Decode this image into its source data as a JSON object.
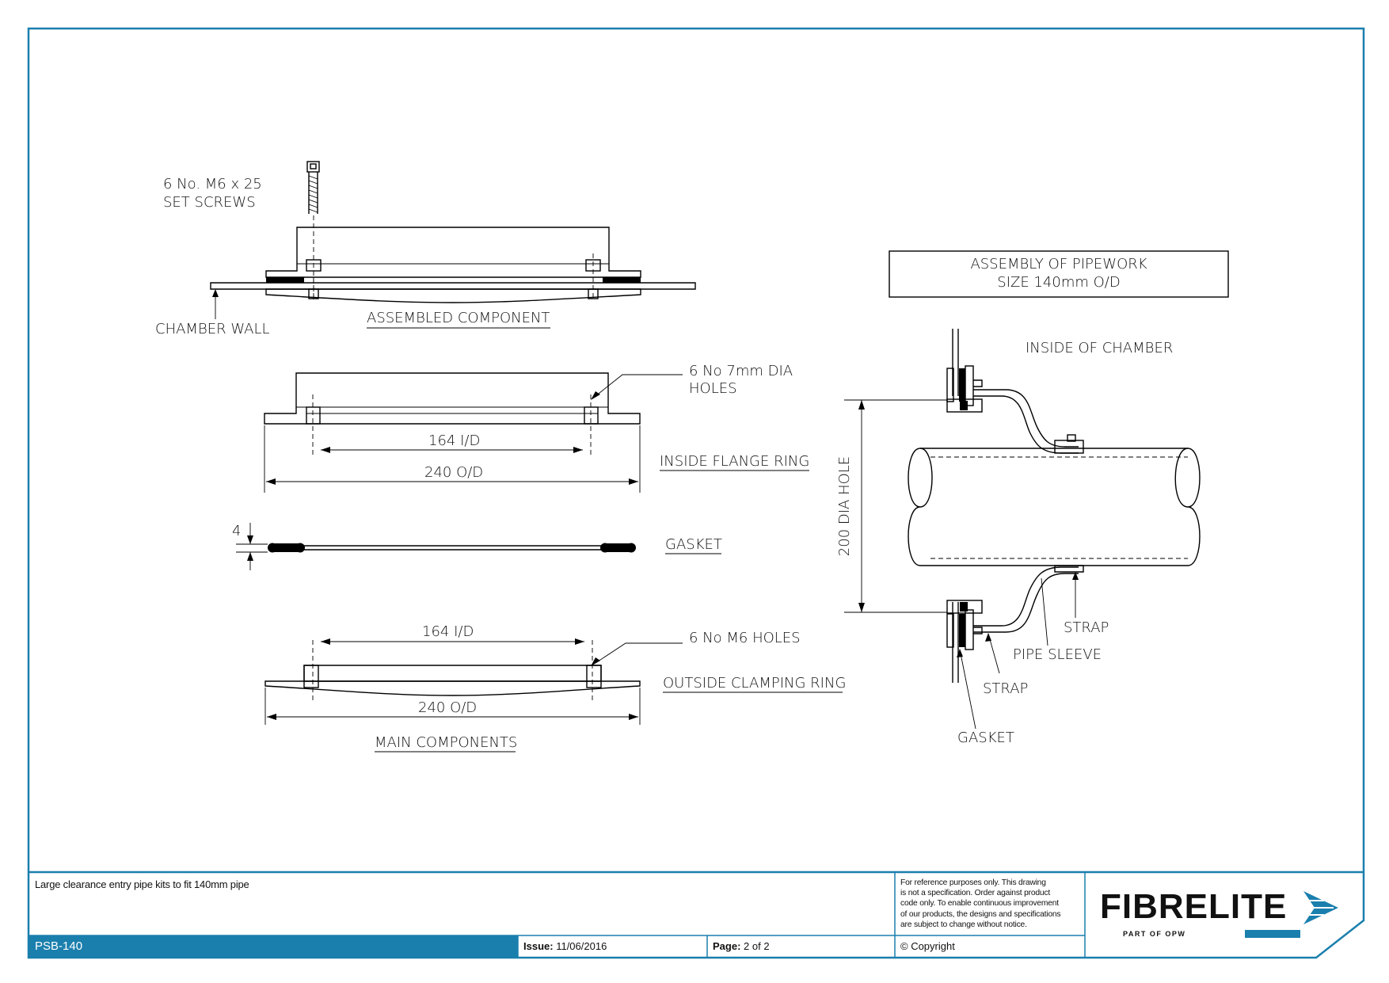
{
  "drawing": {
    "labels": {
      "set_screws_l1": "6 No. M6 x 25",
      "set_screws_l2": "SET SCREWS",
      "chamber_wall": "CHAMBER WALL",
      "assembled_component": "ASSEMBLED COMPONENT",
      "holes_7mm_l1": "6 No 7mm DIA",
      "holes_7mm_l2": "HOLES",
      "inside_flange_ring": "INSIDE FLANGE RING",
      "dim_164_top": "164 I/D",
      "dim_240_top": "240 O/D",
      "gasket_thk": "4",
      "gasket": "GASKET",
      "dim_164_bottom": "164 I/D",
      "holes_m6": "6 No M6 HOLES",
      "outside_clamping_ring": "OUTSIDE CLAMPING RING",
      "dim_240_bottom": "240 O/D",
      "main_components": "MAIN COMPONENTS",
      "assembly_title_l1": "ASSEMBLY OF PIPEWORK",
      "assembly_title_l2": "SIZE 140mm O/D",
      "inside_of_chamber": "INSIDE OF CHAMBER",
      "dia_hole": "200 DIA HOLE",
      "strap_right": "STRAP",
      "pipe_sleeve": "PIPE SLEEVE",
      "strap_left": "STRAP",
      "gasket_assembly": "GASKET"
    }
  },
  "title_block": {
    "description": "Large clearance entry pipe kits to fit 140mm pipe",
    "code": "PSB-140",
    "issue_label": "Issue:",
    "issue_value": "11/06/2016",
    "page_label": "Page:",
    "page_value": "2 of 2",
    "copyright": "© Copyright",
    "disclaimer_lines": [
      "For reference purposes only. This drawing",
      "is not a specification. Order against product",
      "code only.  To enable continuous improvement",
      "of our products, the designs and specifications",
      "are subject to change without notice."
    ],
    "brand": "FIBRELITE",
    "brand_tag": "PART OF OPW"
  },
  "colors": {
    "frame": "#1a7fad",
    "code_bar": "#1a7fad"
  },
  "icons": {
    "brand_mark": "chevron-arrow-icon"
  }
}
